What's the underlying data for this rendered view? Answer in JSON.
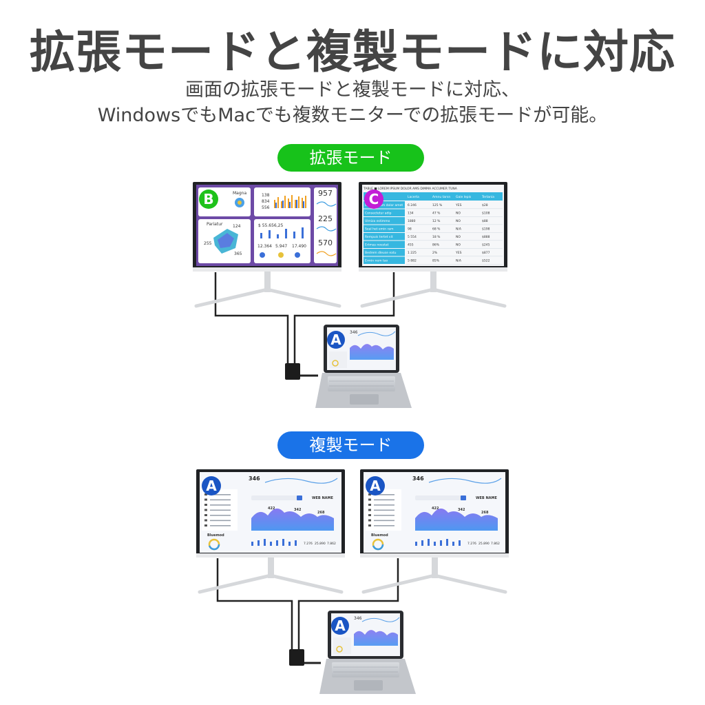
{
  "title": "拡張モードと複製モードに対応",
  "subtitle_line1": "画面の拡張モードと複製モードに対応、",
  "subtitle_line2": "WindowsでもMacでも複数モニターでの拡張モードが可能。",
  "extend_mode_label": "拡張モード",
  "duplicate_mode_label": "複製モード",
  "colors": {
    "extend_pill": "#17c21a",
    "duplicate_pill": "#1a73e8",
    "marker_a": "#1a55c4",
    "marker_b": "#1fc21b",
    "marker_c": "#c21ed6"
  },
  "markers": {
    "a": "A",
    "b": "B",
    "c": "C"
  },
  "screen_b": {
    "label": "Magna",
    "stats": [
      "138",
      "834",
      "556"
    ],
    "pariatur": "Pariatur",
    "p_values": [
      "124",
      "255",
      "365"
    ],
    "amount": "$ 55.656,25",
    "totals": [
      "12.364",
      "5.947",
      "17.490"
    ],
    "side_numbers": [
      "957",
      "225",
      "570"
    ]
  },
  "screen_c": {
    "heading": "TABLE ■ LOREM IPSUM DOLOR AMS DIMMA ACCUMER TUNA",
    "columns": [
      "",
      "Lacerta",
      "Amnu tarsn",
      "Gaie lepis",
      "Tertania"
    ],
    "rows": [
      [
        "Lorem ipsum dolor amet",
        "6 246",
        "125 %",
        "YES",
        "$28"
      ],
      [
        "Consectetur adip",
        "134",
        "47 %",
        "NO",
        "$108"
      ],
      [
        "Ulmiza estimmo",
        "1880",
        "12 %",
        "NO",
        "$88"
      ],
      [
        "Seal het emin ram",
        "98",
        "68 %",
        "N/A",
        "$198"
      ],
      [
        "Rempuis tertet vit",
        "5 554",
        "18 %",
        "NO",
        "$888"
      ],
      [
        "Ertmas noestat",
        "455",
        "86%",
        "NO",
        "$245"
      ],
      [
        "Bedrem dleuse eatu",
        "1 225",
        "2%",
        "YES",
        "$877"
      ],
      [
        "Ermin nem tao",
        "5 882",
        "85%",
        "N/A",
        "$522"
      ]
    ]
  },
  "screen_a": {
    "number": "346",
    "card_name": "WEB NAME",
    "wave_values": [
      "422",
      "342",
      "268"
    ],
    "section": "Bluemod",
    "bottom_stats": [
      "7.276",
      "25.890",
      "7.862"
    ]
  }
}
